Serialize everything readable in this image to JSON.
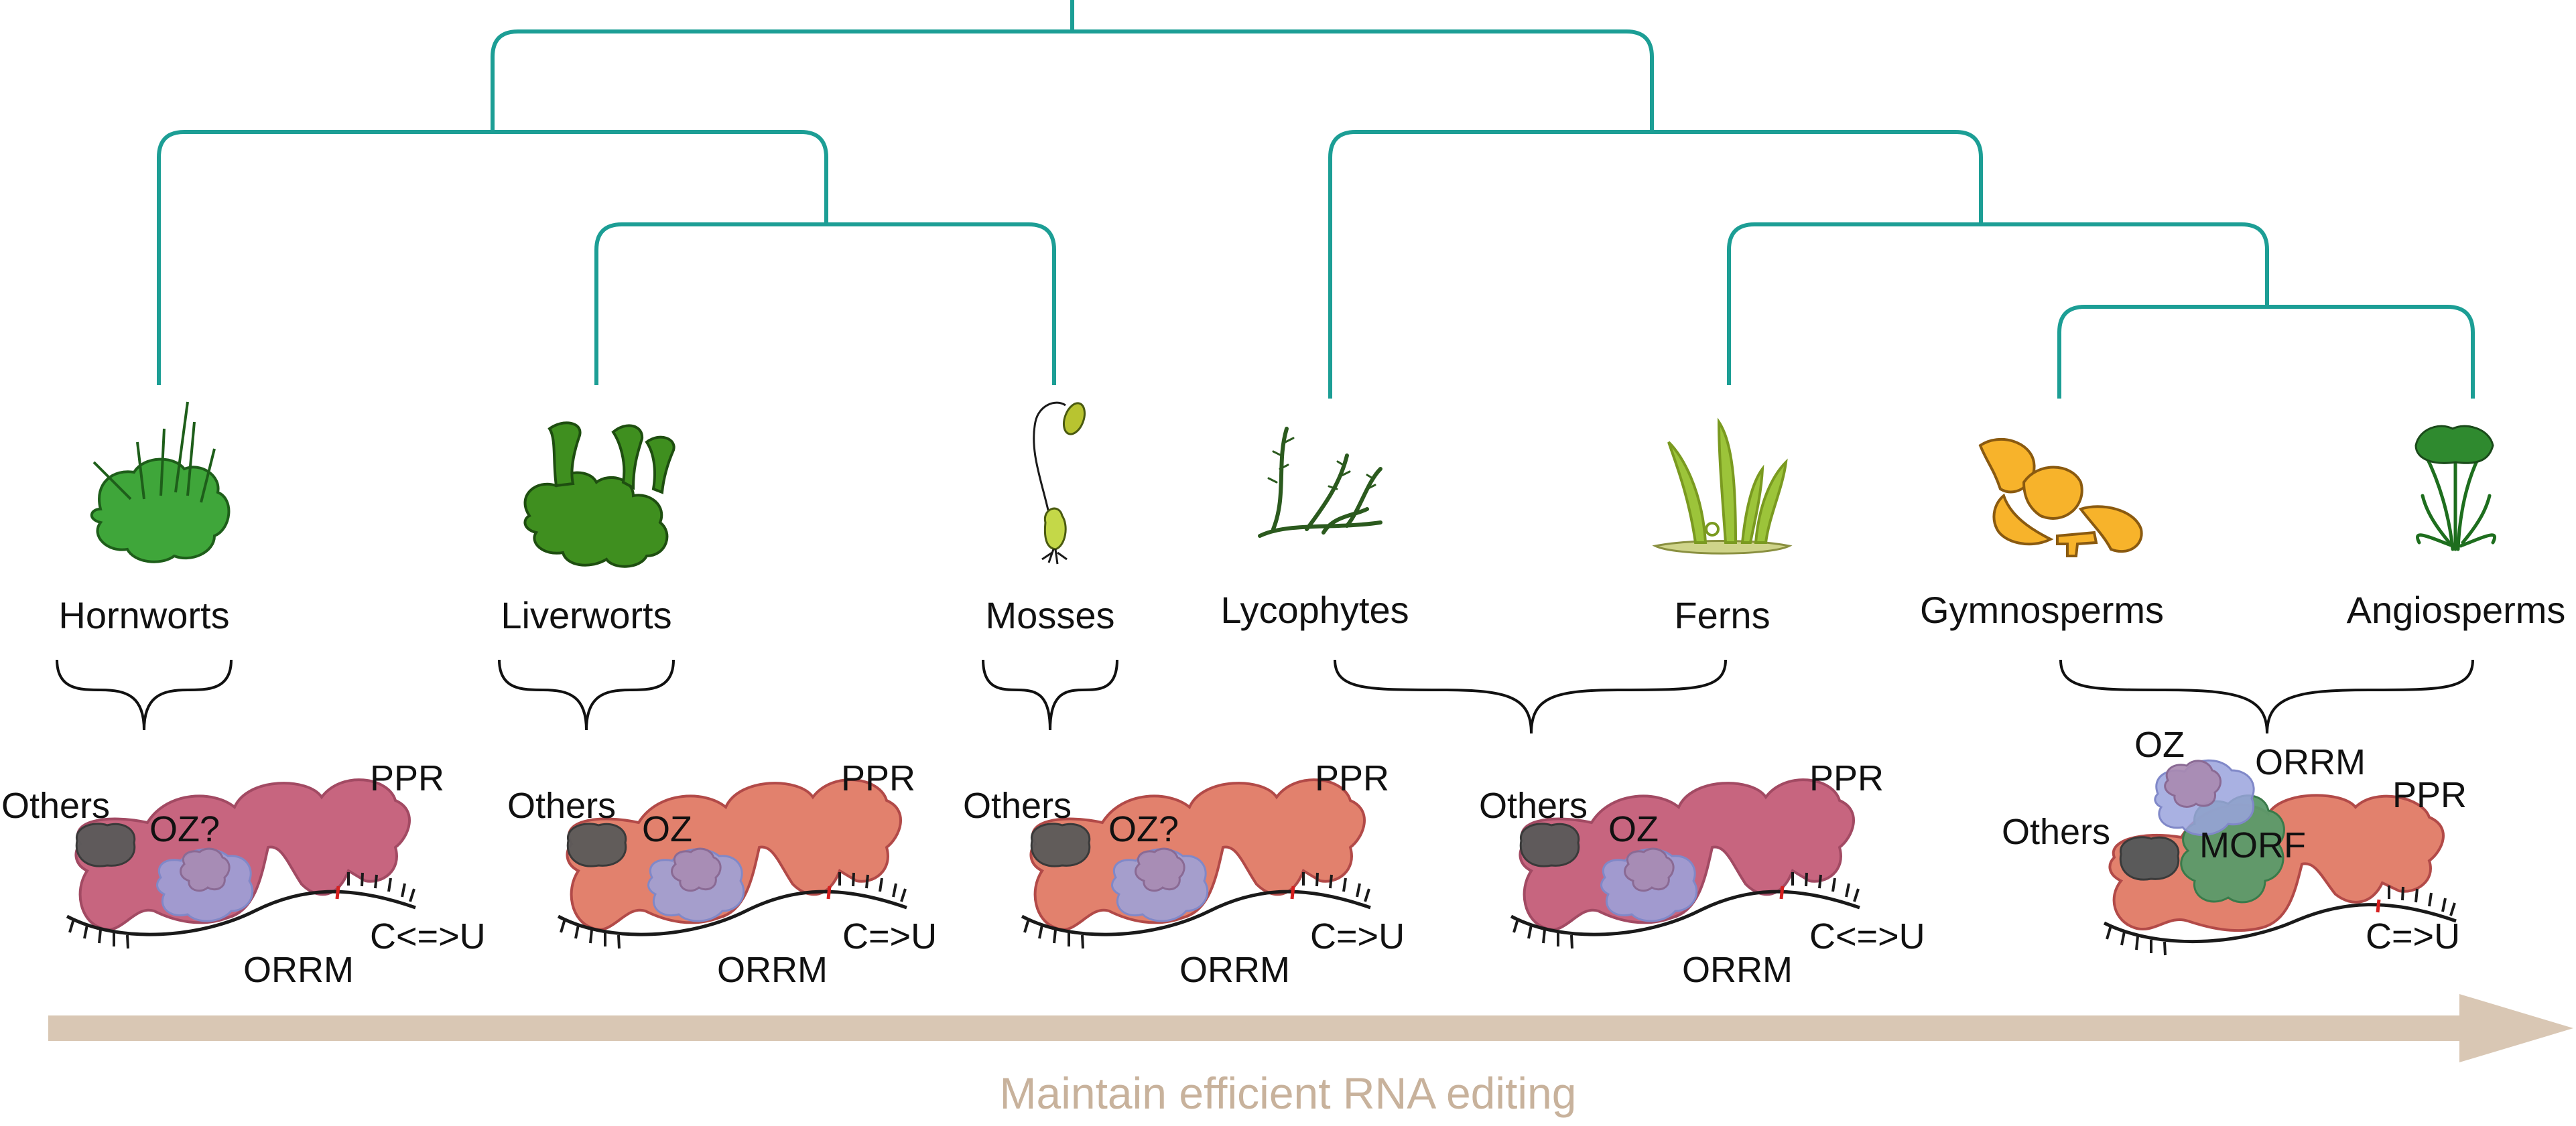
{
  "colors": {
    "tree": "#1c9e95",
    "arrow": "#d9c7b4",
    "caption": "#c8b29c",
    "ppr_pink": "#c45d78",
    "ppr_salmon": "#e07a65",
    "orrm": "#9aa3dd",
    "oz": "#a88ab0",
    "others": "#5a5a5a",
    "morf": "#5a9a6a",
    "plant_green": "#3fa63a",
    "plant_dark_green": "#2f6f1e",
    "fern_green": "#9cc43a",
    "ginkgo_yellow": "#f7b32b",
    "edit_site": "#d62020"
  },
  "taxa": [
    {
      "label": "Hornworts",
      "icon": "hornwort-icon"
    },
    {
      "label": "Liverworts",
      "icon": "liverwort-icon"
    },
    {
      "label": "Mosses",
      "icon": "moss-icon"
    },
    {
      "label": "Lycophytes",
      "icon": "lycophyte-icon"
    },
    {
      "label": "Ferns",
      "icon": "fern-icon"
    },
    {
      "label": "Gymnosperms",
      "icon": "ginkgo-icon"
    },
    {
      "label": "Angiosperms",
      "icon": "angiosperm-icon"
    }
  ],
  "complexes": [
    {
      "others": "Others",
      "oz": "OZ?",
      "orrm": "ORRM",
      "ppr": "PPR",
      "editing": "C<=>U"
    },
    {
      "others": "Others",
      "oz": "OZ",
      "orrm": "ORRM",
      "ppr": "PPR",
      "editing": "C=>U"
    },
    {
      "others": "Others",
      "oz": "OZ?",
      "orrm": "ORRM",
      "ppr": "PPR",
      "editing": "C=>U"
    },
    {
      "others": "Others",
      "oz": "OZ",
      "orrm": "ORRM",
      "ppr": "PPR",
      "editing": "C<=>U"
    },
    {
      "others": "Others",
      "oz": "OZ",
      "orrm": "ORRM",
      "ppr": "PPR",
      "morf": "MORF",
      "editing": "C=>U"
    }
  ],
  "caption": "Maintain efficient RNA editing"
}
